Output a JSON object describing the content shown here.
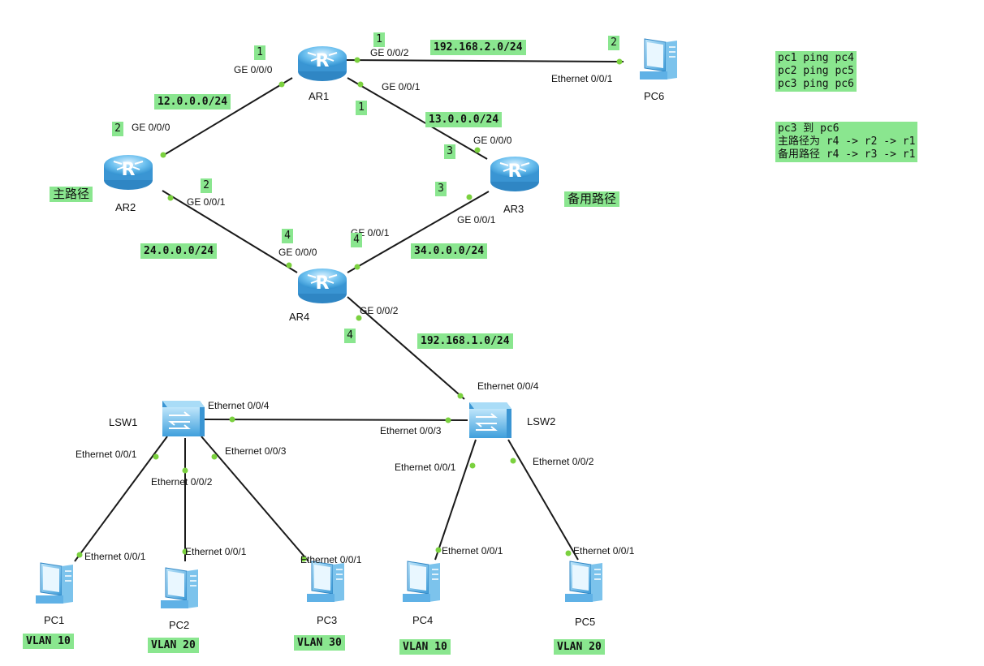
{
  "devices": {
    "ar1": "AR1",
    "ar2": "AR2",
    "ar3": "AR3",
    "ar4": "AR4",
    "lsw1": "LSW1",
    "lsw2": "LSW2",
    "pc1": "PC1",
    "pc2": "PC2",
    "pc3": "PC3",
    "pc4": "PC4",
    "pc5": "PC5",
    "pc6": "PC6"
  },
  "ports": {
    "ar1_g000": "GE 0/0/0",
    "ar1_g002": "GE 0/0/2",
    "ar1_g001": "GE 0/0/1",
    "ar2_g000": "GE 0/0/0",
    "ar2_g001": "GE 0/0/1",
    "ar3_g000": "GE 0/0/0",
    "ar3_g001": "GE 0/0/1",
    "ar4_g000": "GE 0/0/0",
    "ar4_g001": "GE 0/0/1",
    "ar4_g002": "GE 0/0/2",
    "pc6_e": "Ethernet 0/0/1",
    "lsw2_e4": "Ethernet 0/0/4",
    "lsw1_e4": "Ethernet 0/0/4",
    "lsw2_e3": "Ethernet 0/0/3",
    "lsw1_e1": "Ethernet 0/0/1",
    "lsw1_e2": "Ethernet 0/0/2",
    "lsw1_e3": "Ethernet 0/0/3",
    "lsw2_e1": "Ethernet 0/0/1",
    "lsw2_e2": "Ethernet 0/0/2",
    "pc1_e": "Ethernet 0/0/1",
    "pc2_e": "Ethernet 0/0/1",
    "pc3_e": "Ethernet 0/0/1",
    "pc4_e": "Ethernet 0/0/1",
    "pc5_e": "Ethernet 0/0/1"
  },
  "subnets": {
    "net_12": "12.0.0.0/24",
    "net_13": "13.0.0.0/24",
    "net_24": "24.0.0.0/24",
    "net_34": "34.0.0.0/24",
    "net_192_2": "192.168.2.0/24",
    "net_192_1": "192.168.1.0/24"
  },
  "host_ids": {
    "ar1_left": "1",
    "ar1_top": "1",
    "ar1_right": "1",
    "pc6": "2",
    "ar2_top": "2",
    "ar2_bottom": "2",
    "ar3_top": "3",
    "ar3_bottom": "3",
    "ar4_left": "4",
    "ar4_right": "4",
    "ar4_bottom": "4"
  },
  "vlans": {
    "pc1": "VLAN 10",
    "pc2": "VLAN 20",
    "pc3": "VLAN 30",
    "pc4": "VLAN 10",
    "pc5": "VLAN 20"
  },
  "path_tags": {
    "main": "主路径",
    "backup": "备用路径"
  },
  "notes": {
    "ping1": "pc1 ping pc4",
    "ping2": "pc2 ping pc5",
    "ping3": "pc3 ping pc6",
    "route_title": "pc3 到 pc6",
    "route_main": "主路径为 r4 -> r2 -> r1",
    "route_backup": "备用路径 r4 -> r3 -> r1"
  },
  "colors": {
    "label_bg": "#8ae68f",
    "link": "#1a1a1a",
    "port_dot": "#7bd13f",
    "router": "#4aa8e0"
  }
}
